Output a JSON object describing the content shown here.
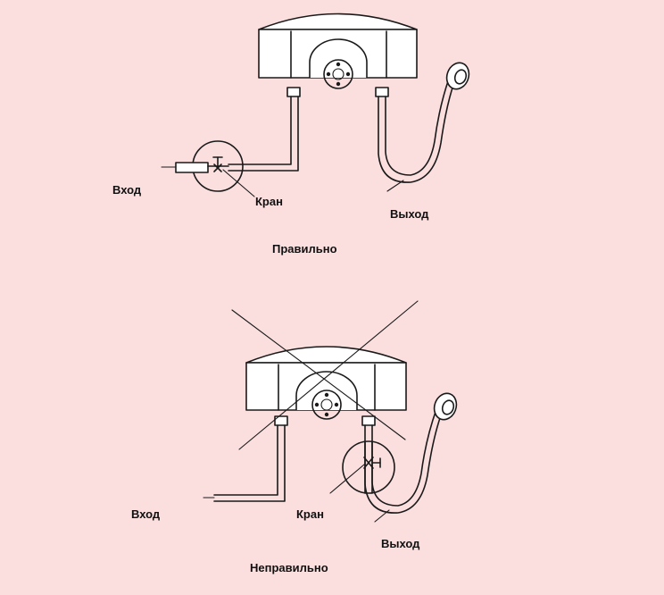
{
  "correct": {
    "caption": "Правильно",
    "inlet_label": "Вход",
    "valve_label": "Кран",
    "outlet_label": "Выход"
  },
  "incorrect": {
    "caption": "Неправильно",
    "inlet_label": "Вход",
    "valve_label": "Кран",
    "outlet_label": "Выход"
  },
  "colors": {
    "background": "#fbdede",
    "line": "#1a1a1a"
  }
}
